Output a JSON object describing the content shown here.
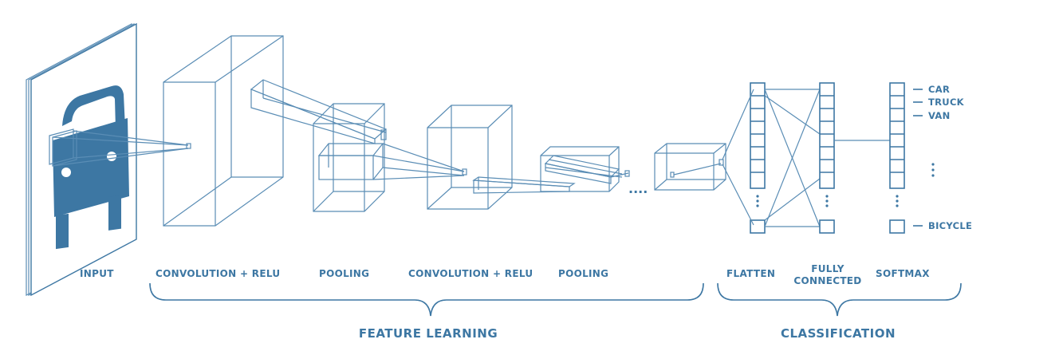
{
  "stage_labels": {
    "input": "INPUT",
    "conv1": "CONVOLUTION + RELU",
    "pool1": "POOLING",
    "conv2": "CONVOLUTION + RELU",
    "pool2": "POOLING",
    "flatten": "FLATTEN",
    "fully_connected_line1": "FULLY",
    "fully_connected_line2": "CONNECTED",
    "softmax": "SOFTMAX"
  },
  "group_labels": {
    "feature_learning": "FEATURE LEARNING",
    "classification": "CLASSIFICATION"
  },
  "output_classes": [
    "CAR",
    "TRUCK",
    "VAN"
  ],
  "output_last_class": "BICYCLE",
  "ellipsis_horizontal": "....",
  "colors": {
    "primary": "#3d77a3",
    "line": "#5a8db5",
    "background": "#ffffff"
  }
}
